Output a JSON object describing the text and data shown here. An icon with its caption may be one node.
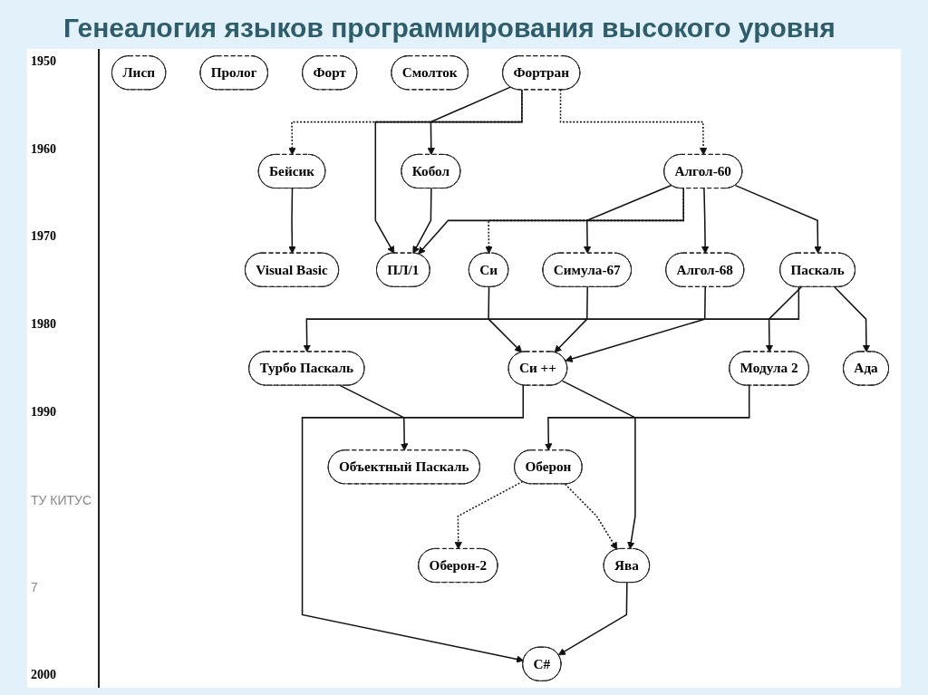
{
  "diagram": {
    "title": "Генеалогия языков программирования высокого уровня",
    "nodes": [
      {
        "text": [
          "Фортран"
        ]
      },
      {
        "text": [
          "Кобол"
        ]
      },
      {
        "text": [
          "Алгол-60"
        ]
      },
      {
        "text": [
          "Лисп"
        ]
      },
      {
        "text": [
          "Бейсик"
        ]
      },
      {
        "text": [
          "ПЛ/1"
        ]
      },
      {
        "text": [
          "Симула-67"
        ]
      },
      {
        "text": [
          "Алгол-68"
        ]
      },
      {
        "text": [
          "Си"
        ]
      },
      {
        "text": [
          "Паскаль"
        ]
      },
      {
        "text": [
          "Пролог"
        ]
      },
      {
        "text": [
          "Форт"
        ]
      },
      {
        "text": [
          "Смолток"
        ]
      },
      {
        "text": [
          "Ада"
        ]
      },
      {
        "text": [
          "Модула 2"
        ]
      },
      {
        "text": [
          "Си ++"
        ]
      },
      {
        "text": [
          "Турбо Паскаль"
        ]
      },
      {
        "text": [
          "Оберон"
        ]
      },
      {
        "text": [
          "Visual Basic"
        ]
      },
      {
        "text": [
          "Оберон-2"
        ]
      },
      {
        "text": [
          "Ява"
        ]
      },
      {
        "text": [
          "Объектный Паскаль"
        ]
      },
      {
        "text": [
          "C#"
        ]
      }
    ],
    "edges": [
      {
        "from": 0,
        "to": 1,
        "arrow": "to"
      },
      {
        "from": 0,
        "to": 4,
        "arrow": "to",
        "style": "dashed"
      },
      {
        "from": 0,
        "to": 2,
        "arrow": "to",
        "style": "dashed"
      },
      {
        "from": 0,
        "to": 5,
        "arrow": "to"
      },
      {
        "from": 1,
        "to": 5,
        "arrow": "to"
      },
      {
        "from": 2,
        "to": 5,
        "arrow": "to"
      },
      {
        "from": 2,
        "to": 8,
        "arrow": "to",
        "style": "dashed"
      },
      {
        "from": 2,
        "to": 7,
        "arrow": "to"
      },
      {
        "from": 2,
        "to": 6,
        "arrow": "to"
      },
      {
        "from": 2,
        "to": 9,
        "arrow": "to"
      },
      {
        "from": 4,
        "to": 18,
        "arrow": "to"
      },
      {
        "from": 8,
        "to": 15,
        "arrow": "to"
      },
      {
        "from": 6,
        "to": 15,
        "arrow": "to"
      },
      {
        "from": 7,
        "to": 15,
        "arrow": "to"
      },
      {
        "from": 9,
        "to": 14,
        "arrow": "to"
      },
      {
        "from": 9,
        "to": 16,
        "arrow": "to"
      },
      {
        "from": 9,
        "to": 13,
        "arrow": "to"
      },
      {
        "from": 14,
        "to": 17,
        "arrow": "to"
      },
      {
        "from": 17,
        "to": 19,
        "arrow": "to",
        "style": "dashed"
      },
      {
        "from": 17,
        "to": 20,
        "arrow": "to",
        "style": "dashed"
      },
      {
        "from": 16,
        "to": 21,
        "arrow": "to"
      },
      {
        "from": 15,
        "to": 20,
        "arrow": "to"
      },
      {
        "from": 15,
        "to": 22,
        "arrow": "to"
      },
      {
        "from": 20,
        "to": 22,
        "arrow": "to"
      }
    ],
    "labels": [
      "1950",
      "1960",
      "1970",
      "1980",
      "1990",
      "ТУ КИТУС",
      "7",
      "2000"
    ]
  }
}
